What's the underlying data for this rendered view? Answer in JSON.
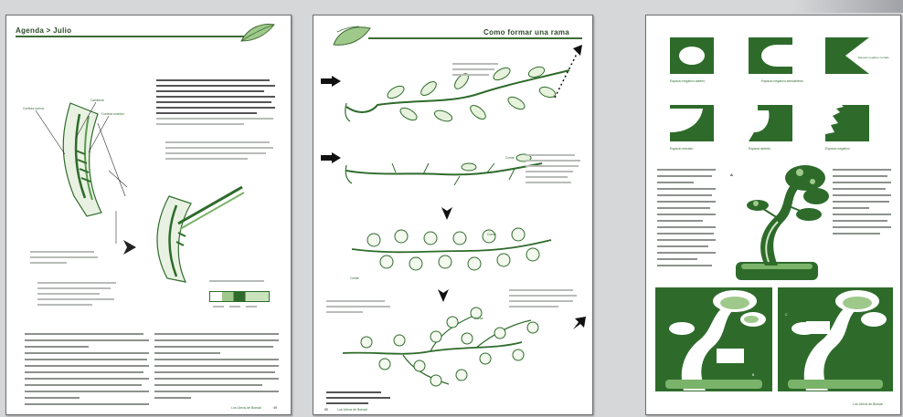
{
  "page1": {
    "header": "Agenda > Julio",
    "footer": "Los Libros de Bonsái",
    "page_number": "49",
    "labels": [
      "Corteza nueva",
      "Cambium",
      "Corteza exterior"
    ]
  },
  "page2": {
    "header": "Como formar una rama",
    "footer": "Los Libros de Bonsái",
    "page_number": "50",
    "labels": [
      "Cortar",
      "Cortar",
      "Cortar",
      "Cortar"
    ]
  },
  "page3": {
    "footer": "Los Libros de Bonsái",
    "labels": [
      "Espacio negativo abierto",
      "Espacio negativo semiabierto",
      "Espacio negativo cerrado",
      "Espacio cerrado",
      "Espacio abierto",
      "Espacio negativo",
      "A",
      "B",
      "C"
    ]
  },
  "colors": {
    "green_dark": "#2e6b2b",
    "green_mid": "#5a9a4e",
    "green_light": "#9fc98a",
    "page_bg": "#d6d7d9"
  }
}
